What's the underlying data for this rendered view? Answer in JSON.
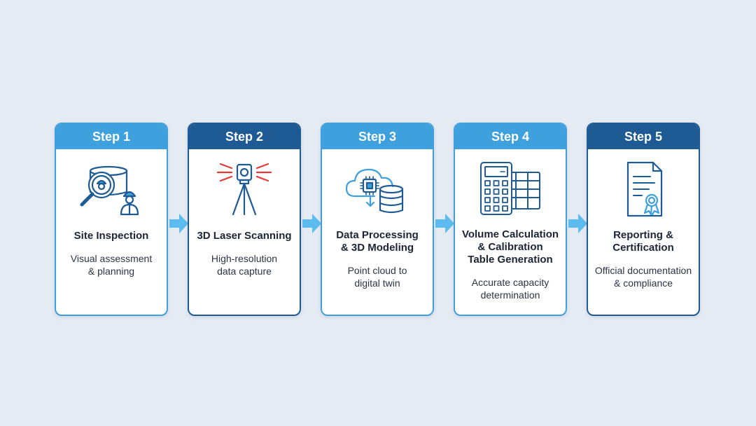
{
  "colors": {
    "light": "#3fa0de",
    "dark": "#1e5a94",
    "accent": "#e53935",
    "arrow": "#5cbcf0"
  },
  "steps": [
    {
      "header": "Step 1",
      "title": "Site Inspection",
      "desc": "Visual assessment\n& planning",
      "icon": "inspection-icon"
    },
    {
      "header": "Step 2",
      "title": "3D Laser Scanning",
      "desc": "High-resolution\ndata capture",
      "icon": "laser-scanner-icon"
    },
    {
      "header": "Step 3",
      "title": "Data Processing\n& 3D Modeling",
      "desc": "Point cloud to\ndigital twin",
      "icon": "cloud-processing-icon"
    },
    {
      "header": "Step 4",
      "title": "Volume Calculation\n& Calibration\nTable Generation",
      "desc": "Accurate capacity\ndetermination",
      "icon": "calculator-table-icon"
    },
    {
      "header": "Step 5",
      "title": "Reporting &\nCertification",
      "desc": "Official documentation\n& compliance",
      "icon": "certificate-icon"
    }
  ]
}
